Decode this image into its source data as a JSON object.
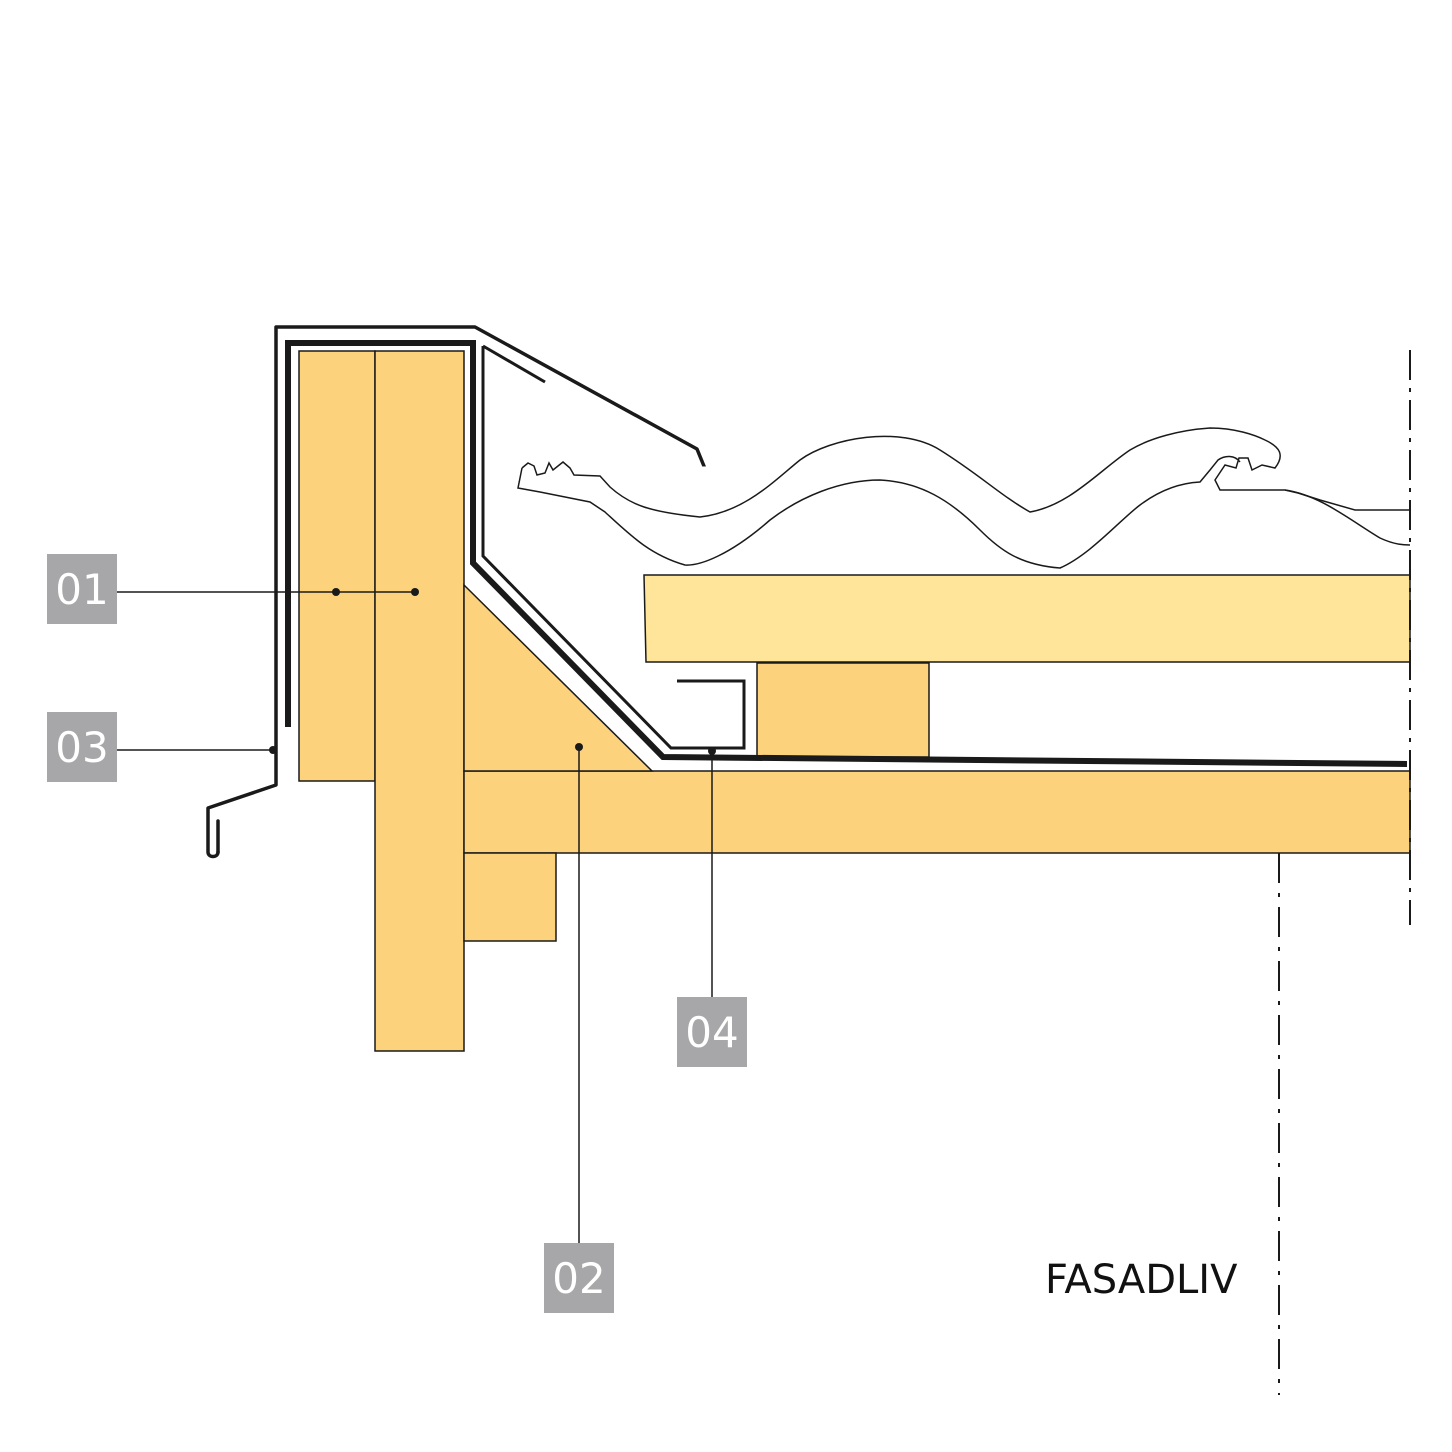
{
  "labels": {
    "c01": "01",
    "c02": "02",
    "c03": "03",
    "c04": "04",
    "facade": "FASADLIV"
  },
  "colors": {
    "timber": "#fcd27d",
    "timber_light": "#ffe59a",
    "callout_bg": "#a7a7a9",
    "line": "#1a1a1a"
  }
}
